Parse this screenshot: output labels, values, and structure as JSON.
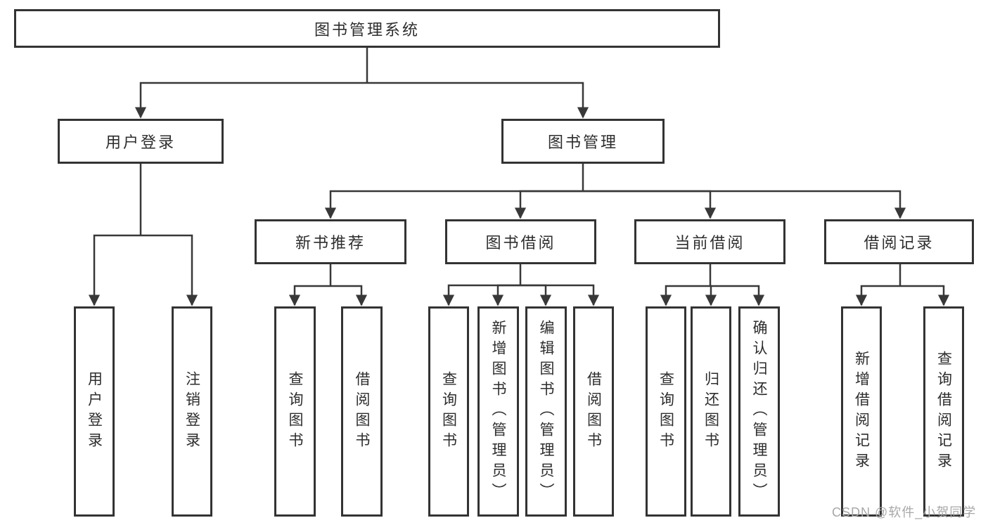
{
  "diagram": {
    "root": {
      "label": "图书管理系统"
    },
    "level1": [
      {
        "label": "用户登录"
      },
      {
        "label": "图书管理"
      }
    ],
    "level2": [
      {
        "label": "新书推荐",
        "parent": "图书管理"
      },
      {
        "label": "图书借阅",
        "parent": "图书管理"
      },
      {
        "label": "当前借阅",
        "parent": "图书管理"
      },
      {
        "label": "借阅记录",
        "parent": "图书管理"
      }
    ],
    "leaves": [
      {
        "label": "用户登录",
        "parent": "用户登录"
      },
      {
        "label": "注销登录",
        "parent": "用户登录"
      },
      {
        "label": "查询图书",
        "parent": "新书推荐"
      },
      {
        "label": "借阅图书",
        "parent": "新书推荐"
      },
      {
        "label": "查询图书",
        "parent": "图书借阅"
      },
      {
        "label": "新增图书（管理员）",
        "parent": "图书借阅"
      },
      {
        "label": "编辑图书（管理员）",
        "parent": "图书借阅"
      },
      {
        "label": "借阅图书",
        "parent": "图书借阅"
      },
      {
        "label": "查询图书",
        "parent": "当前借阅"
      },
      {
        "label": "归还图书",
        "parent": "当前借阅"
      },
      {
        "label": "确认归还（管理员）",
        "parent": "当前借阅"
      },
      {
        "label": "新增借阅记录",
        "parent": "借阅记录"
      },
      {
        "label": "查询借阅记录",
        "parent": "借阅记录"
      }
    ],
    "colors": {
      "line": "#383838",
      "box_border": "#333333",
      "box_fill": "#ffffff",
      "text": "#2d2d2d",
      "watermark": "#a8a8a8"
    }
  },
  "watermark": {
    "text": "CSDN @软件_小贺同学"
  }
}
